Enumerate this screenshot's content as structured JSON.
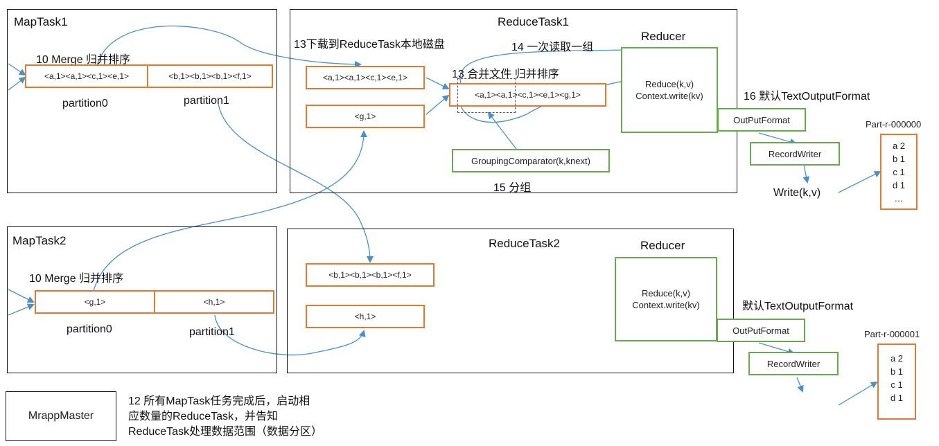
{
  "colors": {
    "arrow": "#4a90c8",
    "orange": "#e07a32",
    "green": "#6aa84f",
    "frame": "#111111"
  },
  "maptask1": {
    "title": "MapTask1",
    "merge_label": "10 Merge 归并排序",
    "partition0_content": "<a,1><a,1><c,1><e,1>",
    "partition1_content": "<b,1><b,1><b,1><f,1>",
    "partition0_label": "partition0",
    "partition1_label": "partition1"
  },
  "maptask2": {
    "title": "MapTask2",
    "merge_label": "10 Merge 归并排序",
    "partition0_content": "<g,1>",
    "partition1_content": "<h,1>",
    "partition0_label": "partition0",
    "partition1_label": "partition1"
  },
  "reducetask1": {
    "title": "ReduceTask1",
    "download_label": "13下载到ReduceTask本地磁盘",
    "read_label": "14 一次读取一组",
    "merge_label": "13 合并文件 归并排序",
    "box1": "<a,1><a,1><c,1><e,1>",
    "box2": "<g,1>",
    "merged": "<a,1><a,1><c,1><e,1><g,1>",
    "grouping": "GroupingComparator(k,knext)",
    "group_label": "15 分组",
    "reducer_title": "Reducer",
    "reduce_line1": "Reduce(k,v)",
    "reduce_line2": "Context.write(kv)",
    "output_label": "16 默认TextOutputFormat",
    "outputformat": "OutPutFormat",
    "recordwriter": "RecordWriter",
    "write": "Write(k,v)",
    "part_title": "Part-r-000000",
    "part_lines": [
      "a 2",
      "b 1",
      "c 1",
      "d 1",
      "…"
    ]
  },
  "reducetask2": {
    "title": "ReduceTask2",
    "box1": "<b,1><b,1><b,1><f,1>",
    "box2": "<h,1>",
    "reducer_title": "Reducer",
    "reduce_line1": "Reduce(k,v)",
    "reduce_line2": "Context.write(kv)",
    "output_label": "默认TextOutputFormat",
    "outputformat": "OutPutFormat",
    "recordwriter": "RecordWriter",
    "part_title": "Part-r-000001",
    "part_lines": [
      "a 2",
      "b 1",
      "c 1",
      "d 1"
    ]
  },
  "mrapp": {
    "label": "MrappMaster",
    "note_line1": "12 所有MapTask任务完成后，启动相",
    "note_line2": "应数量的ReduceTask，并告知",
    "note_line3": "ReduceTask处理数据范围（数据分区）"
  }
}
